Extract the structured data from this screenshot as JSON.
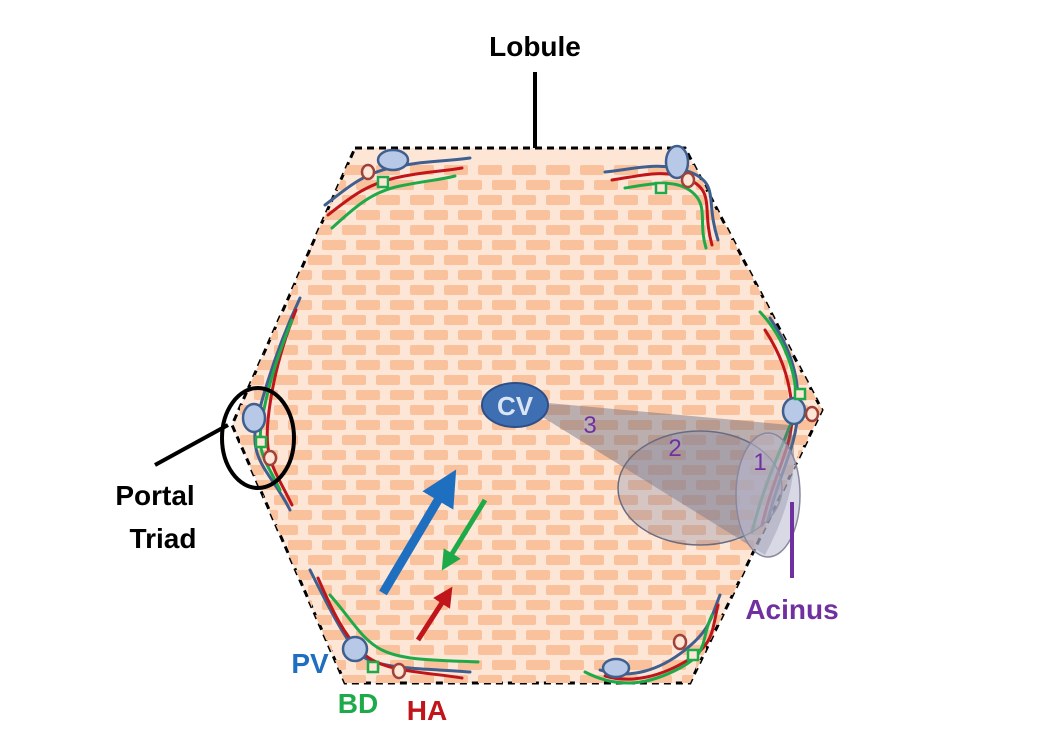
{
  "labels": {
    "lobule": "Lobule",
    "portal": "Portal",
    "triad": "Triad",
    "acinus": "Acinus",
    "cv": "CV",
    "pv": "PV",
    "bd": "BD",
    "ha": "HA",
    "zone1": "1",
    "zone2": "2",
    "zone3": "3"
  },
  "colors": {
    "lobule_fill": "#fde6d6",
    "hepatocyte": "#f9c19c",
    "portal_vein": "#3f5f8f",
    "portal_vein_fill": "#b7c9e6",
    "bile_duct": "#1faa4a",
    "hepatic_artery": "#c0151b",
    "central_vein": "#3f6fb3",
    "pv_arrow": "#1f6fc0",
    "bd_arrow": "#1faa4a",
    "ha_arrow": "#c0151b",
    "acinus": "#7030a0",
    "outline": "#000000"
  }
}
